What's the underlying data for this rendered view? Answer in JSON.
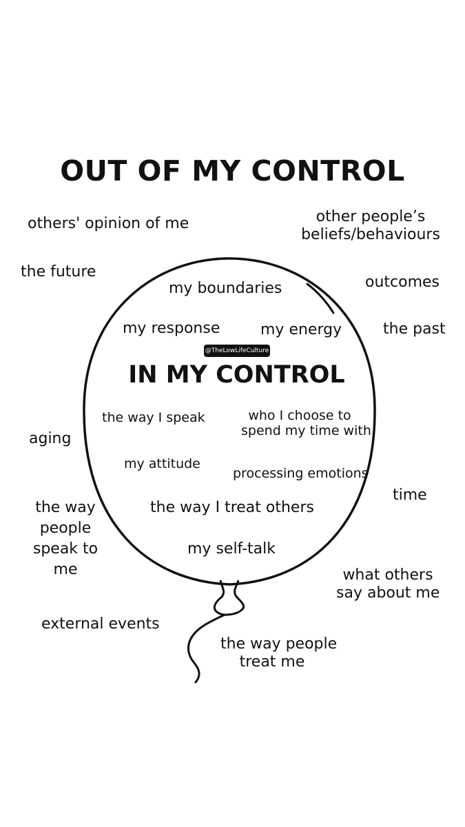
{
  "title_out": "OUT OF MY CONTROL",
  "title_in": "IN MY CONTROL",
  "watermark": "@TheLowLifeCulture",
  "in_control": {
    "boundaries": "my boundaries",
    "response": "my response",
    "energy": "my energy",
    "speak": "the way I speak",
    "choose_line1": "who I choose to",
    "choose_line2": "spend my time with",
    "attitude": "my attitude",
    "emotions": "processing emotions",
    "treat_others": "the way I treat others",
    "self_talk": "my self-talk"
  },
  "out_control": {
    "opinion": "others' opinion of me",
    "beliefs_line1": "other people’s",
    "beliefs_line2": "beliefs/behaviours",
    "future": "the future",
    "outcomes": "outcomes",
    "past": "the past",
    "aging": "aging",
    "time": "time",
    "speak_line1": "the way",
    "speak_line2": "people",
    "speak_line3": "speak to",
    "speak_line4": "me",
    "say_line1": "what others",
    "say_line2": "say about me",
    "events": "external events",
    "treat_line1": "the way people",
    "treat_line2": "treat me"
  }
}
